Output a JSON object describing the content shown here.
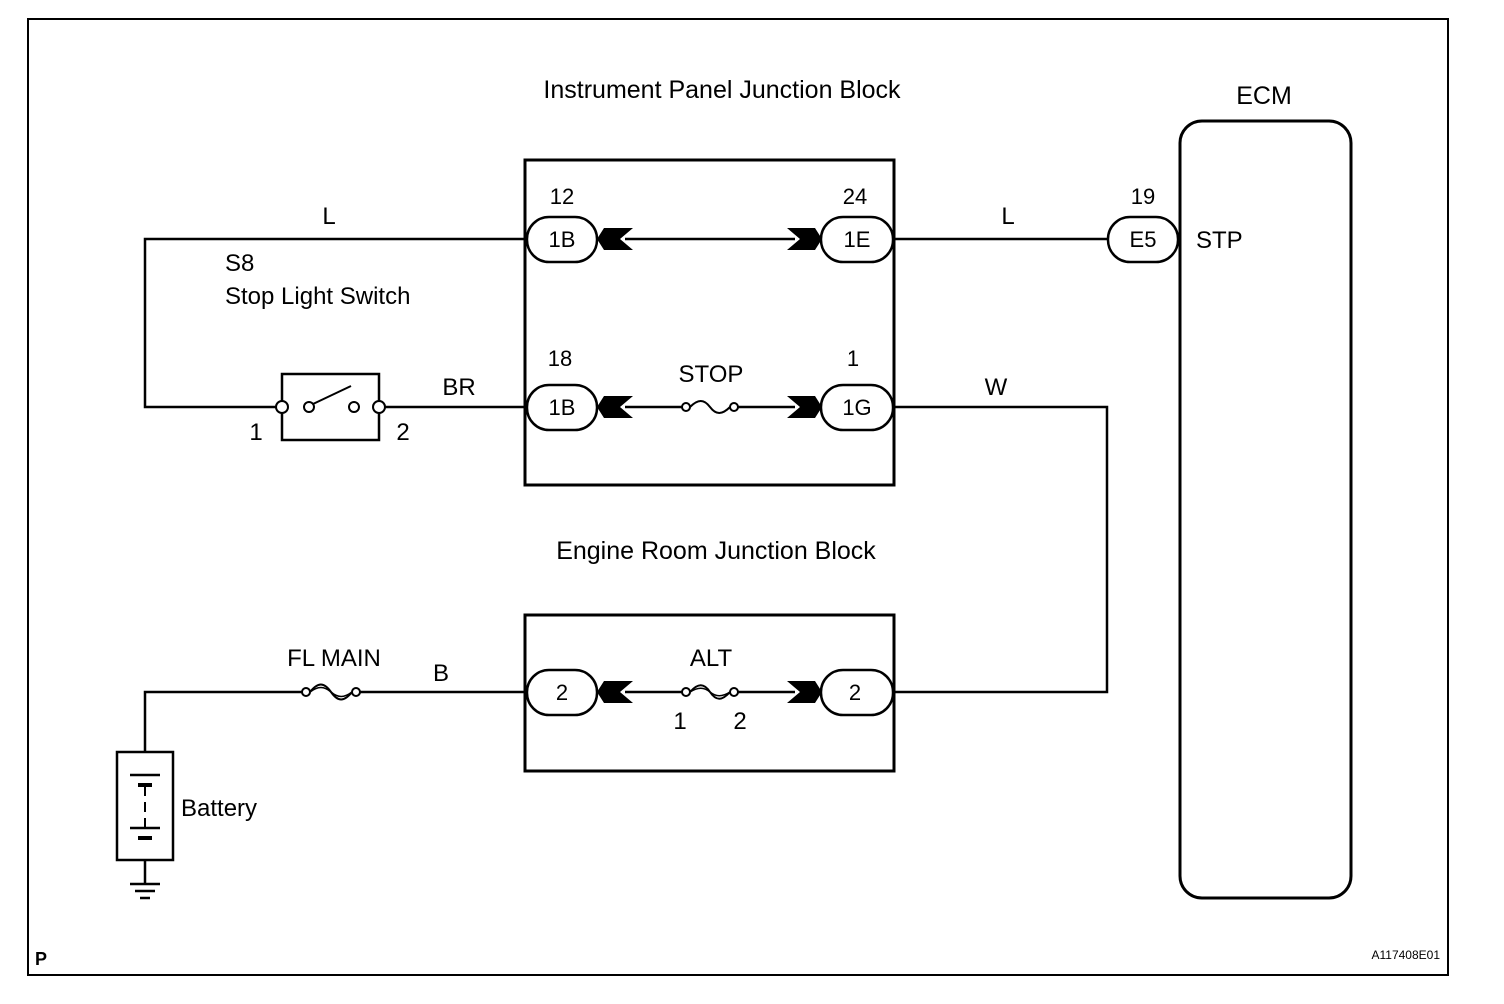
{
  "figure_id": "A117408E01",
  "corner_mark": "P",
  "blocks": {
    "instrument_panel": "Instrument Panel Junction Block",
    "engine_room": "Engine Room Junction Block",
    "ecm": "ECM"
  },
  "switch": {
    "code": "S8",
    "name": "Stop Light Switch",
    "pin_left": "1",
    "pin_right": "2"
  },
  "wires": {
    "switch_top": "L",
    "switch_to_ipjb": "BR",
    "ipjb_to_ecm": "L",
    "ipjb_to_erjb": "W",
    "fl_main_to_erjb": "B"
  },
  "connectors": {
    "ip_top_left": {
      "label": "1B",
      "pin": "12"
    },
    "ip_top_right": {
      "label": "1E",
      "pin": "24"
    },
    "ip_bottom_left": {
      "label": "1B",
      "pin": "18"
    },
    "ip_bottom_right": {
      "label": "1G",
      "pin": "1"
    },
    "ecm_stp": {
      "label": "E5",
      "pin": "19"
    },
    "er_left": {
      "label": "2"
    },
    "er_right": {
      "label": "2"
    }
  },
  "fuses": {
    "stop": "STOP",
    "alt": "ALT",
    "alt_pin_left": "1",
    "alt_pin_right": "2",
    "fl_main": "FL MAIN"
  },
  "ecm_terminal": "STP",
  "battery": "Battery"
}
